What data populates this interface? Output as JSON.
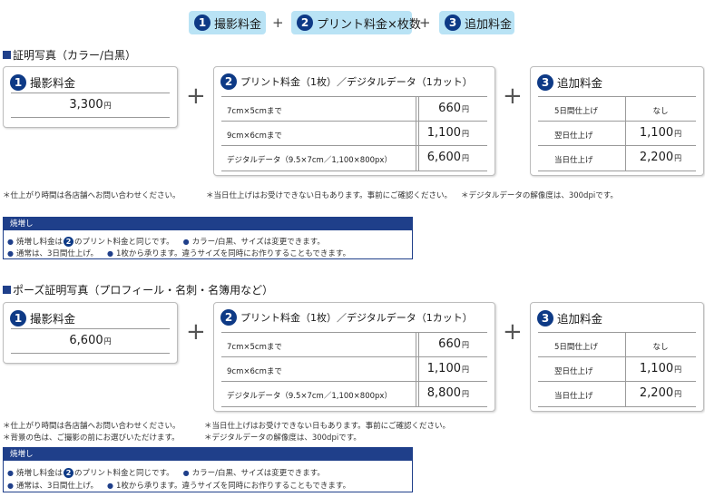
{
  "formula": {
    "item1": {
      "num": "1",
      "label": "撮影料金"
    },
    "plus1": "+",
    "item2": {
      "num": "2",
      "label": "プリント料金×枚数"
    },
    "plus2": "+",
    "item3": {
      "num": "3",
      "label": "追加料金"
    }
  },
  "sections": [
    {
      "title": "証明写真（カラー/白黒）",
      "shooting": {
        "num": "1",
        "title": "撮影料金",
        "price": "3,300",
        "yen": "円"
      },
      "print": {
        "num": "2",
        "title": "プリント料金（1枚）／デジタルデータ（1カット）",
        "rows": [
          {
            "label": "7cm×5cmまで",
            "price": "660",
            "yen": "円"
          },
          {
            "label": "9cm×6cmまで",
            "price": "1,100",
            "yen": "円"
          },
          {
            "label": "デジタルデータ（9.5×7cm／1,100×800px）",
            "price": "6,600",
            "yen": "円"
          }
        ]
      },
      "additional": {
        "num": "3",
        "title": "追加料金",
        "rows": [
          {
            "label": "5日間仕上げ",
            "price": "なし",
            "yen": ""
          },
          {
            "label": "翌日仕上げ",
            "price": "1,100",
            "yen": "円"
          },
          {
            "label": "当日仕上げ",
            "price": "2,200",
            "yen": "円"
          }
        ]
      },
      "notes": [
        "＊仕上がり時間は各店舗へお問い合わせください。",
        "＊当日仕上げはお受けできない日もあります。事前にご確認ください。",
        "＊デジタルデータの解像度は、300dpiです。"
      ],
      "yakimashi": {
        "tab": "焼増し",
        "line1a": "焼増し料金は",
        "line1num": "2",
        "line1b": "のプリント料金と同じです。",
        "line1c": "カラー/白黒、サイズは変更できます。",
        "line2a": "通常は、3日間仕上げ。",
        "line2b": "1枚から承ります。違うサイズを同時にお作りすることもできます。"
      }
    },
    {
      "title": "ポーズ証明写真（プロフィール・名刺・名簿用など）",
      "shooting": {
        "num": "1",
        "title": "撮影料金",
        "price": "6,600",
        "yen": "円"
      },
      "print": {
        "num": "2",
        "title": "プリント料金（1枚）／デジタルデータ（1カット）",
        "rows": [
          {
            "label": "7cm×5cmまで",
            "price": "660",
            "yen": "円"
          },
          {
            "label": "9cm×6cmまで",
            "price": "1,100",
            "yen": "円"
          },
          {
            "label": "デジタルデータ（9.5×7cm／1,100×800px）",
            "price": "8,800",
            "yen": "円"
          }
        ]
      },
      "additional": {
        "num": "3",
        "title": "追加料金",
        "rows": [
          {
            "label": "5日間仕上げ",
            "price": "なし",
            "yen": ""
          },
          {
            "label": "翌日仕上げ",
            "price": "1,100",
            "yen": "円"
          },
          {
            "label": "当日仕上げ",
            "price": "2,200",
            "yen": "円"
          }
        ]
      },
      "notes": [
        "＊仕上がり時間は各店舗へお問い合わせください。",
        "＊背景の色は、ご撮影の前にお選びいただけます。",
        "＊当日仕上げはお受けできない日もあります。事前にご確認ください。",
        "＊デジタルデータの解像度は、300dpiです。"
      ],
      "yakimashi": {
        "tab": "焼増し",
        "line1a": "焼増し料金は",
        "line1num": "2",
        "line1b": "のプリント料金と同じです。",
        "line1c": "カラー/白黒、サイズは変更できます。",
        "line2a": "通常は、3日間仕上げ。",
        "line2b": "1枚から承ります。違うサイズを同時にお作りすることもできます。"
      }
    }
  ],
  "bigplus": "+"
}
